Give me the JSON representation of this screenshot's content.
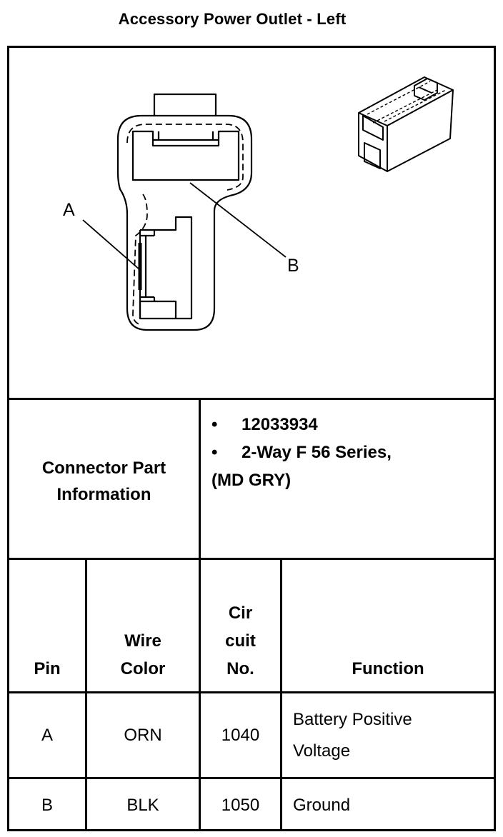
{
  "title": "Accessory Power Outlet - Left",
  "diagram": {
    "label_a": "A",
    "label_b": "B"
  },
  "connector": {
    "heading_line1": "Connector Part",
    "heading_line2": "Information",
    "items": [
      "12033934",
      "2-Way F 56 Series,"
    ],
    "item_continuation": "(MD GRY)",
    "bullet": "•"
  },
  "table": {
    "headers": {
      "pin": "Pin",
      "wire_color_line1": "Wire",
      "wire_color_line2": "Color",
      "circuit_line1": "Cir",
      "circuit_line2": "cuit",
      "circuit_line3": "No.",
      "function": "Function"
    },
    "rows": [
      {
        "pin": "A",
        "color": "ORN",
        "circuit": "1040",
        "function_line1": "Battery Positive",
        "function_line2": "Voltage"
      },
      {
        "pin": "B",
        "color": "BLK",
        "circuit": "1050",
        "function_line1": "Ground",
        "function_line2": ""
      }
    ]
  }
}
